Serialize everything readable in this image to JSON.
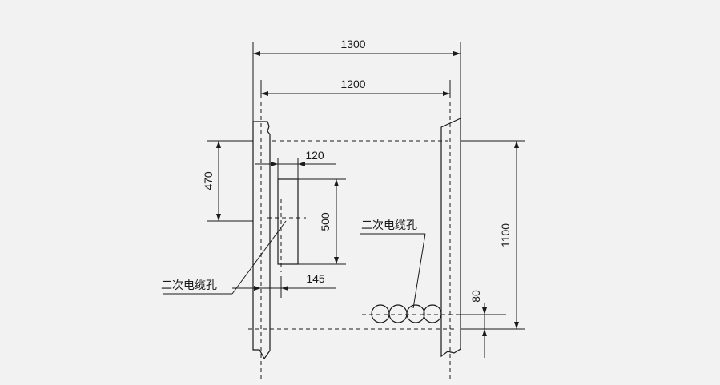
{
  "drawing": {
    "dimensions": {
      "outer_width": "1300",
      "inner_width": "1200",
      "vertical_offset": "470",
      "hole_width": "120",
      "hole_height": "500",
      "hole_offset": "145",
      "total_height": "1100",
      "bottom_offset": "80"
    },
    "labels": {
      "secondary_cable_hole_left": "二次电缆孔",
      "secondary_cable_hole_right": "二次电缆孔"
    },
    "cable_hole_count": 4
  }
}
